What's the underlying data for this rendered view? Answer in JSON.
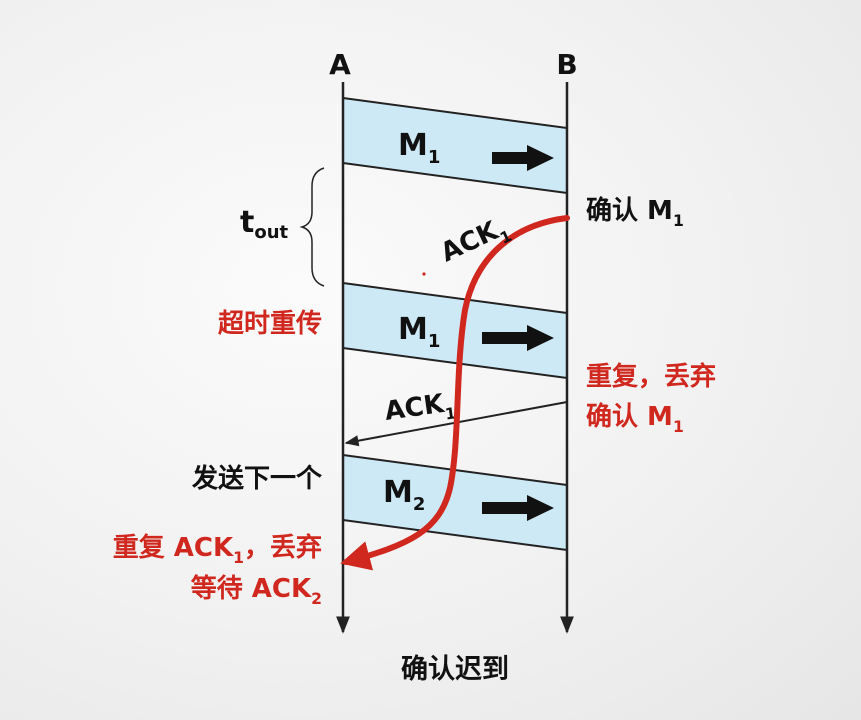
{
  "hosts": {
    "a": "A",
    "b": "B"
  },
  "frames": [
    {
      "base": "M",
      "sub": "1"
    },
    {
      "base": "M",
      "sub": "1"
    },
    {
      "base": "M",
      "sub": "2"
    }
  ],
  "timeout": {
    "base": "t",
    "sub": "out"
  },
  "ack_first": {
    "base": "ACK",
    "sub": "1"
  },
  "ack_second": {
    "base": "ACK",
    "sub": "1"
  },
  "labels": {
    "confirm_m1": {
      "text": "确认 M",
      "sub": "1"
    },
    "timeout_retransmit": "超时重传",
    "duplicate_discard": "重复，丢弃",
    "confirm_m1_again": {
      "text": "确认 M",
      "sub": "1"
    },
    "send_next": "发送下一个",
    "dup_ack_discard": {
      "pre": "重复 ACK",
      "sub": "1",
      "post": "，丢弃"
    },
    "wait_ack2": {
      "pre": "等待 ACK",
      "sub": "2"
    },
    "caption": "确认迟到"
  },
  "colors": {
    "accent_red": "#d0281f",
    "frame_fill": "#cde9f5",
    "line": "#222222"
  }
}
